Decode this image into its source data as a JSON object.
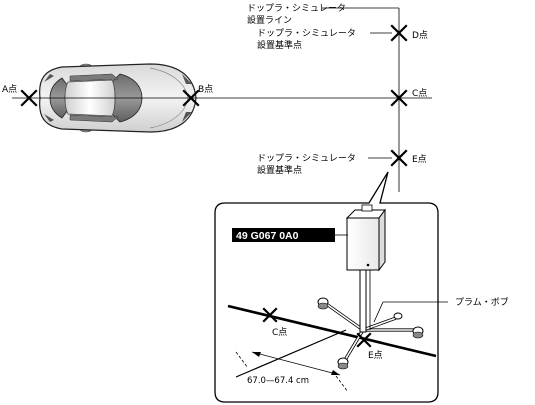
{
  "labels": {
    "point_a": "A点",
    "point_b": "B点",
    "point_c": "C点",
    "point_d": "D点",
    "point_e": "E点",
    "install_line_1": "ドップラ・シミュレータ",
    "install_line_2": "設置ライン",
    "ref_point_d_1": "ドップラ・シミュレータ",
    "ref_point_d_2": "設置基準点",
    "ref_point_e_1": "ドップラ・シミュレータ",
    "ref_point_e_2": "設置基準点",
    "part_number": "49 G067 0A0",
    "plumb_bob": "プラム・ボブ",
    "inset_point_c": "C点",
    "inset_point_e": "E点",
    "distance": "67.0—67.4 cm"
  },
  "icons": {
    "marker": "cross-marker-icon",
    "car": "car-top-view-icon",
    "stand": "doppler-simulator-stand-icon"
  },
  "colors": {
    "line": "#000000",
    "background": "#ffffff",
    "part_label_bg": "#000000",
    "part_label_text": "#ffffff"
  }
}
